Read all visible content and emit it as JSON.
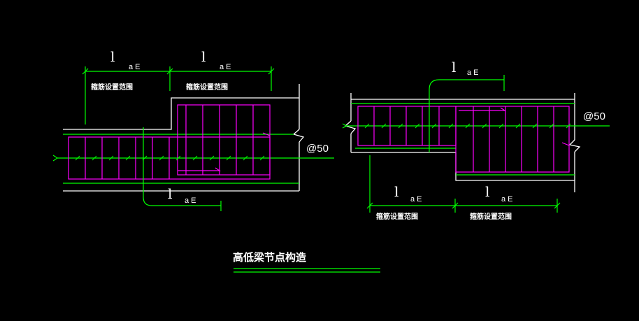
{
  "drawing": {
    "title": "高低梁节点构造",
    "zone_label": "箍筋设置范围",
    "anchor_len_main": "l",
    "anchor_len_sub": "aE",
    "stirrup_spacing": "@50"
  },
  "colors": {
    "background": "#000000",
    "outline": "#ffffff",
    "rebar": "#ff00ff",
    "dimension": "#00ff00",
    "text": "#ffffff"
  }
}
